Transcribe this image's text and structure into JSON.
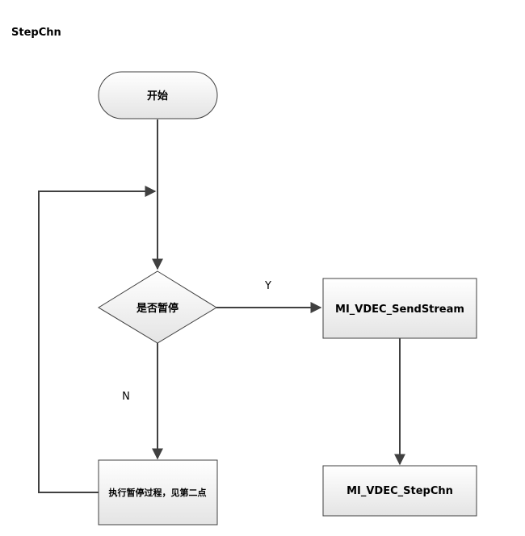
{
  "title": "StepChn",
  "nodes": {
    "start": "开始",
    "decision": "是否暂停",
    "pause_process": "执行暂停过程，见第二点",
    "send_stream": "MI_VDEC_SendStream",
    "step_chn": "MI_VDEC_StepChn"
  },
  "edges": {
    "yes_label": "Y",
    "no_label": "N"
  },
  "colors": {
    "line": "#404040",
    "shape_fill_top": "#ffffff",
    "shape_fill_bottom": "#e6e6e6",
    "shape_stroke": "#404040"
  }
}
